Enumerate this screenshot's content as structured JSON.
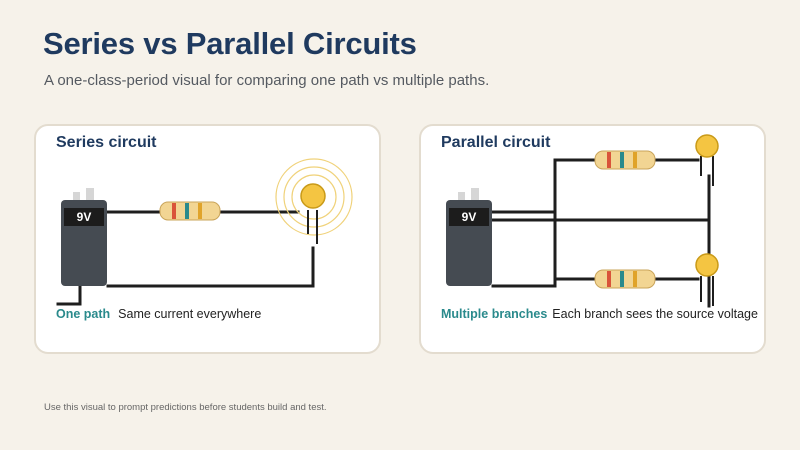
{
  "header": {
    "title": "Series vs Parallel Circuits",
    "subtitle": "A one-class-period visual for comparing one path vs multiple paths."
  },
  "series": {
    "title": "Series circuit",
    "battery_label": "9V",
    "caption_key": "One path",
    "caption_text": "Same current everywhere",
    "resistor_bands": [
      "#d9543a",
      "#2a8a8c",
      "#e0a32a"
    ]
  },
  "parallel": {
    "title": "Parallel circuit",
    "battery_label": "9V",
    "caption_key": "Multiple branches",
    "caption_text": "Each branch sees the source voltage",
    "resistor_bands": [
      "#d9543a",
      "#2a8a8c",
      "#e0a32a"
    ]
  },
  "footer": {
    "note": "Use this visual to prompt predictions before students build and test."
  }
}
